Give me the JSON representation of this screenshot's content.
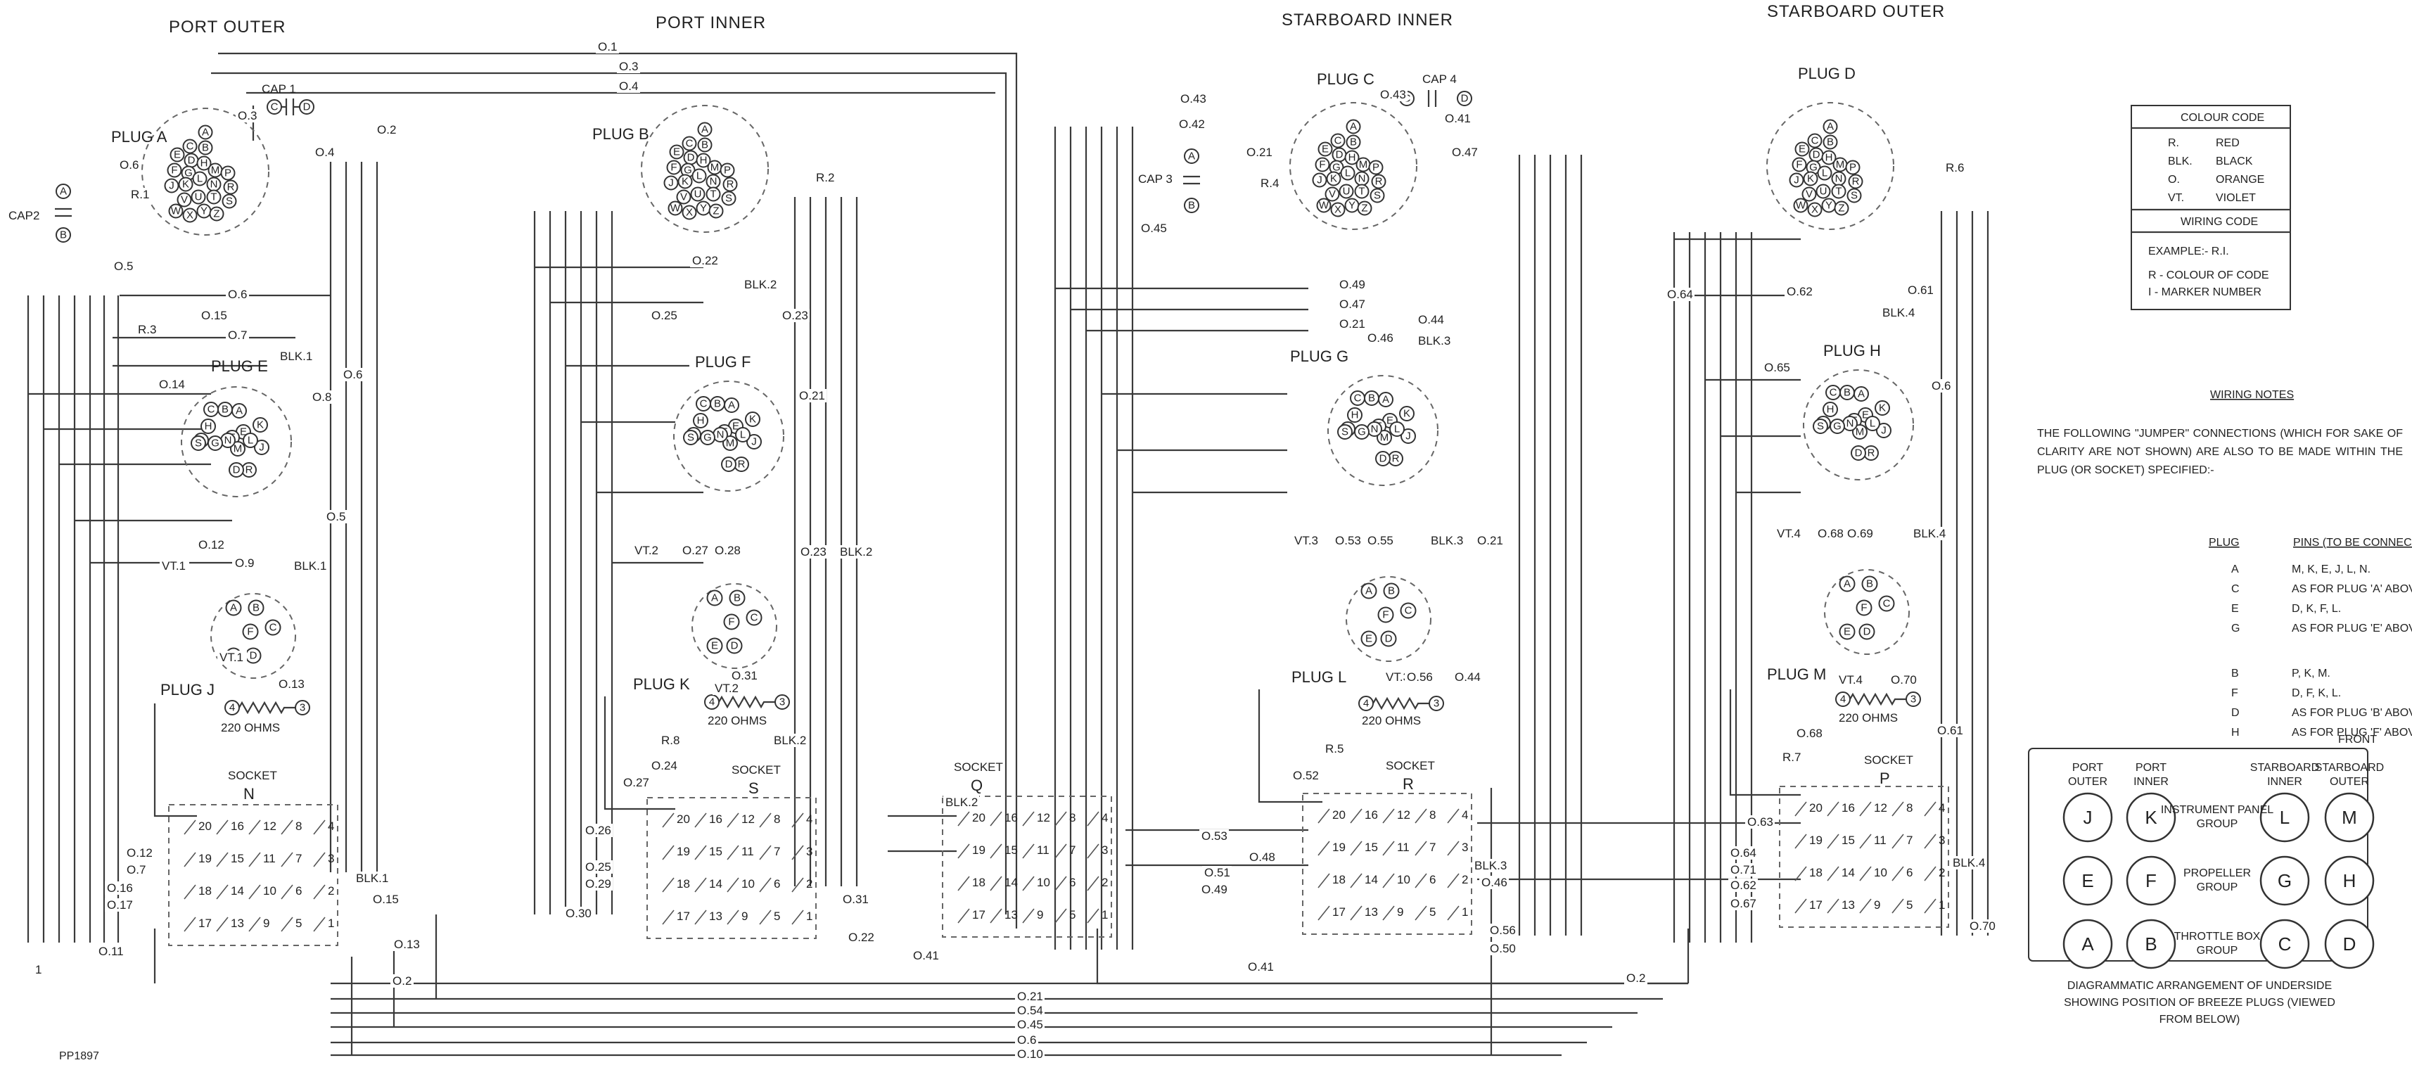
{
  "headings": {
    "port_outer": "PORT OUTER",
    "port_inner": "PORT INNER",
    "starboard_inner": "STARBOARD INNER",
    "starboard_outer": "STARBOARD OUTER"
  },
  "plugs": {
    "A": "PLUG A",
    "B": "PLUG B",
    "C": "PLUG C",
    "D": "PLUG D",
    "E": "PLUG E",
    "F": "PLUG F",
    "G": "PLUG G",
    "H": "PLUG H",
    "J": "PLUG J",
    "K": "PLUG K",
    "L": "PLUG L",
    "M": "PLUG M"
  },
  "sockets": {
    "N": {
      "label": "SOCKET",
      "letter": "N"
    },
    "S": {
      "label": "SOCKET",
      "letter": "S"
    },
    "Q": {
      "label": "SOCKET",
      "letter": "Q"
    },
    "R": {
      "label": "SOCKET",
      "letter": "R"
    },
    "P": {
      "label": "SOCKET",
      "letter": "P"
    }
  },
  "capacitors": {
    "cap1": "CAP 1",
    "cap2": "CAP2",
    "cap3": "CAP 3",
    "cap4": "CAP 4"
  },
  "resistor_label": "220 OHMS",
  "plug_pins_large": [
    "A",
    "B",
    "C",
    "D",
    "E",
    "F",
    "G",
    "H",
    "J",
    "K",
    "L",
    "M",
    "N",
    "P",
    "R",
    "S",
    "T",
    "U",
    "V",
    "W",
    "X",
    "Y",
    "Z"
  ],
  "plug_pins_medium": [
    "A",
    "B",
    "C",
    "D",
    "E",
    "F",
    "G",
    "H",
    "J",
    "K",
    "L",
    "M",
    "N",
    "P",
    "R",
    "S"
  ],
  "plug_pins_small": [
    "A",
    "B",
    "C",
    "D",
    "E",
    "F"
  ],
  "wire_markers": {
    "top_bus": [
      "O.1",
      "O.3",
      "O.4"
    ],
    "port_outer": [
      "O.2",
      "O.4",
      "O.3",
      "O.6",
      "R.1",
      "O.5",
      "O.6",
      "O.15",
      "O.7",
      "O.14",
      "R.3",
      "BLK.1",
      "O.6",
      "O.8",
      "O.5",
      "O.12",
      "O.9",
      "VT.1",
      "BLK.1",
      "VT.1",
      "O.13",
      "BLK.1"
    ],
    "port_inner": [
      "R.2",
      "O.22",
      "BLK.2",
      "O.25",
      "O.23",
      "O.21",
      "VT.2",
      "O.27",
      "O.28",
      "O.23",
      "BLK.2",
      "VT.2",
      "O.31",
      "R.8",
      "BLK.2",
      "O.24",
      "O.27"
    ],
    "starboard_inner": [
      "O.43",
      "O.42",
      "O.21",
      "R.4",
      "O.45",
      "O.43",
      "O.41",
      "O.47",
      "O.49",
      "O.47",
      "O.21",
      "O.46",
      "O.44",
      "BLK.3",
      "VT.3",
      "O.53",
      "O.55",
      "BLK.3",
      "O.21",
      "VT.3",
      "O.56",
      "O.44",
      "R.5",
      "O.52",
      "O.48"
    ],
    "starboard_outer": [
      "R.6",
      "O.64",
      "O.62",
      "O.61",
      "BLK.4",
      "O.65",
      "O.6",
      "VT.4",
      "O.68",
      "O.69",
      "BLK.4",
      "VT.4",
      "O.70",
      "O.68",
      "R.7",
      "O.61",
      "O.63"
    ],
    "socket_left": [
      "O.12",
      "O.7",
      "O.16",
      "O.17",
      "O.11",
      "O.15",
      "BLK.1",
      "O.13",
      "O.26",
      "O.25",
      "O.29",
      "O.30",
      "O.31",
      "O.22",
      "O.41",
      "BLK.2",
      "O.53",
      "O.51",
      "O.49",
      "BLK.3",
      "O.46",
      "O.56",
      "O.50",
      "O.64",
      "O.71",
      "O.62",
      "O.67",
      "BLK.4",
      "O.70"
    ],
    "bottom_bus": [
      "O.2",
      "O.41",
      "O.2",
      "O.21",
      "O.54",
      "O.45",
      "O.6",
      "O.10"
    ]
  },
  "colour_code": {
    "title": "COLOUR CODE",
    "rows": [
      {
        "code": "R.",
        "name": "RED"
      },
      {
        "code": "BLK.",
        "name": "BLACK"
      },
      {
        "code": "O.",
        "name": "ORANGE"
      },
      {
        "code": "VT.",
        "name": "VIOLET"
      }
    ],
    "wiring_title": "WIRING CODE",
    "example": "EXAMPLE:- R.I.",
    "r_line": "R - COLOUR OF CODE",
    "i_line": "I - MARKER NUMBER"
  },
  "wiring_notes": {
    "title": "WIRING NOTES",
    "text": "THE FOLLOWING \"JUMPER\" CONNECTIONS (WHICH FOR SAKE OF CLARITY ARE NOT SHOWN) ARE ALSO TO BE MADE WITHIN THE PLUG (OR SOCKET) SPECIFIED:-",
    "col_plug": "PLUG",
    "col_pins": "PINS (TO BE CONNECTED IN SERIES)",
    "rows": [
      {
        "plug": "A",
        "pins": "M, K, E, J, L, N."
      },
      {
        "plug": "C",
        "pins": "AS FOR PLUG 'A' ABOVE"
      },
      {
        "plug": "E",
        "pins": "D, K, F, L."
      },
      {
        "plug": "G",
        "pins": "AS FOR PLUG 'E' ABOVE"
      },
      {
        "plug": "B",
        "pins": "P, K, M."
      },
      {
        "plug": "F",
        "pins": "D, F, K, L."
      },
      {
        "plug": "D",
        "pins": "AS FOR PLUG 'B' ABOVE"
      },
      {
        "plug": "H",
        "pins": "AS FOR PLUG 'F' ABOVE"
      }
    ]
  },
  "arrangement": {
    "front": "FRONT",
    "col_heads": [
      "PORT OUTER",
      "PORT INNER",
      "STARBOARD INNER",
      "STARBOARD OUTER"
    ],
    "rows": [
      {
        "group": "INSTRUMENT PANEL GROUP",
        "plugs": [
          "J",
          "K",
          "L",
          "M"
        ]
      },
      {
        "group": "PROPELLER GROUP",
        "plugs": [
          "E",
          "F",
          "G",
          "H"
        ]
      },
      {
        "group": "THROTTLE BOX GROUP",
        "plugs": [
          "A",
          "B",
          "C",
          "D"
        ]
      }
    ],
    "caption": "DIAGRAMMATIC ARRANGEMENT OF UNDERSIDE SHOWING POSITION OF BREEZE PLUGS (VIEWED FROM BELOW)"
  },
  "drawing_ref": "PP1897",
  "sheet_mark": "1"
}
